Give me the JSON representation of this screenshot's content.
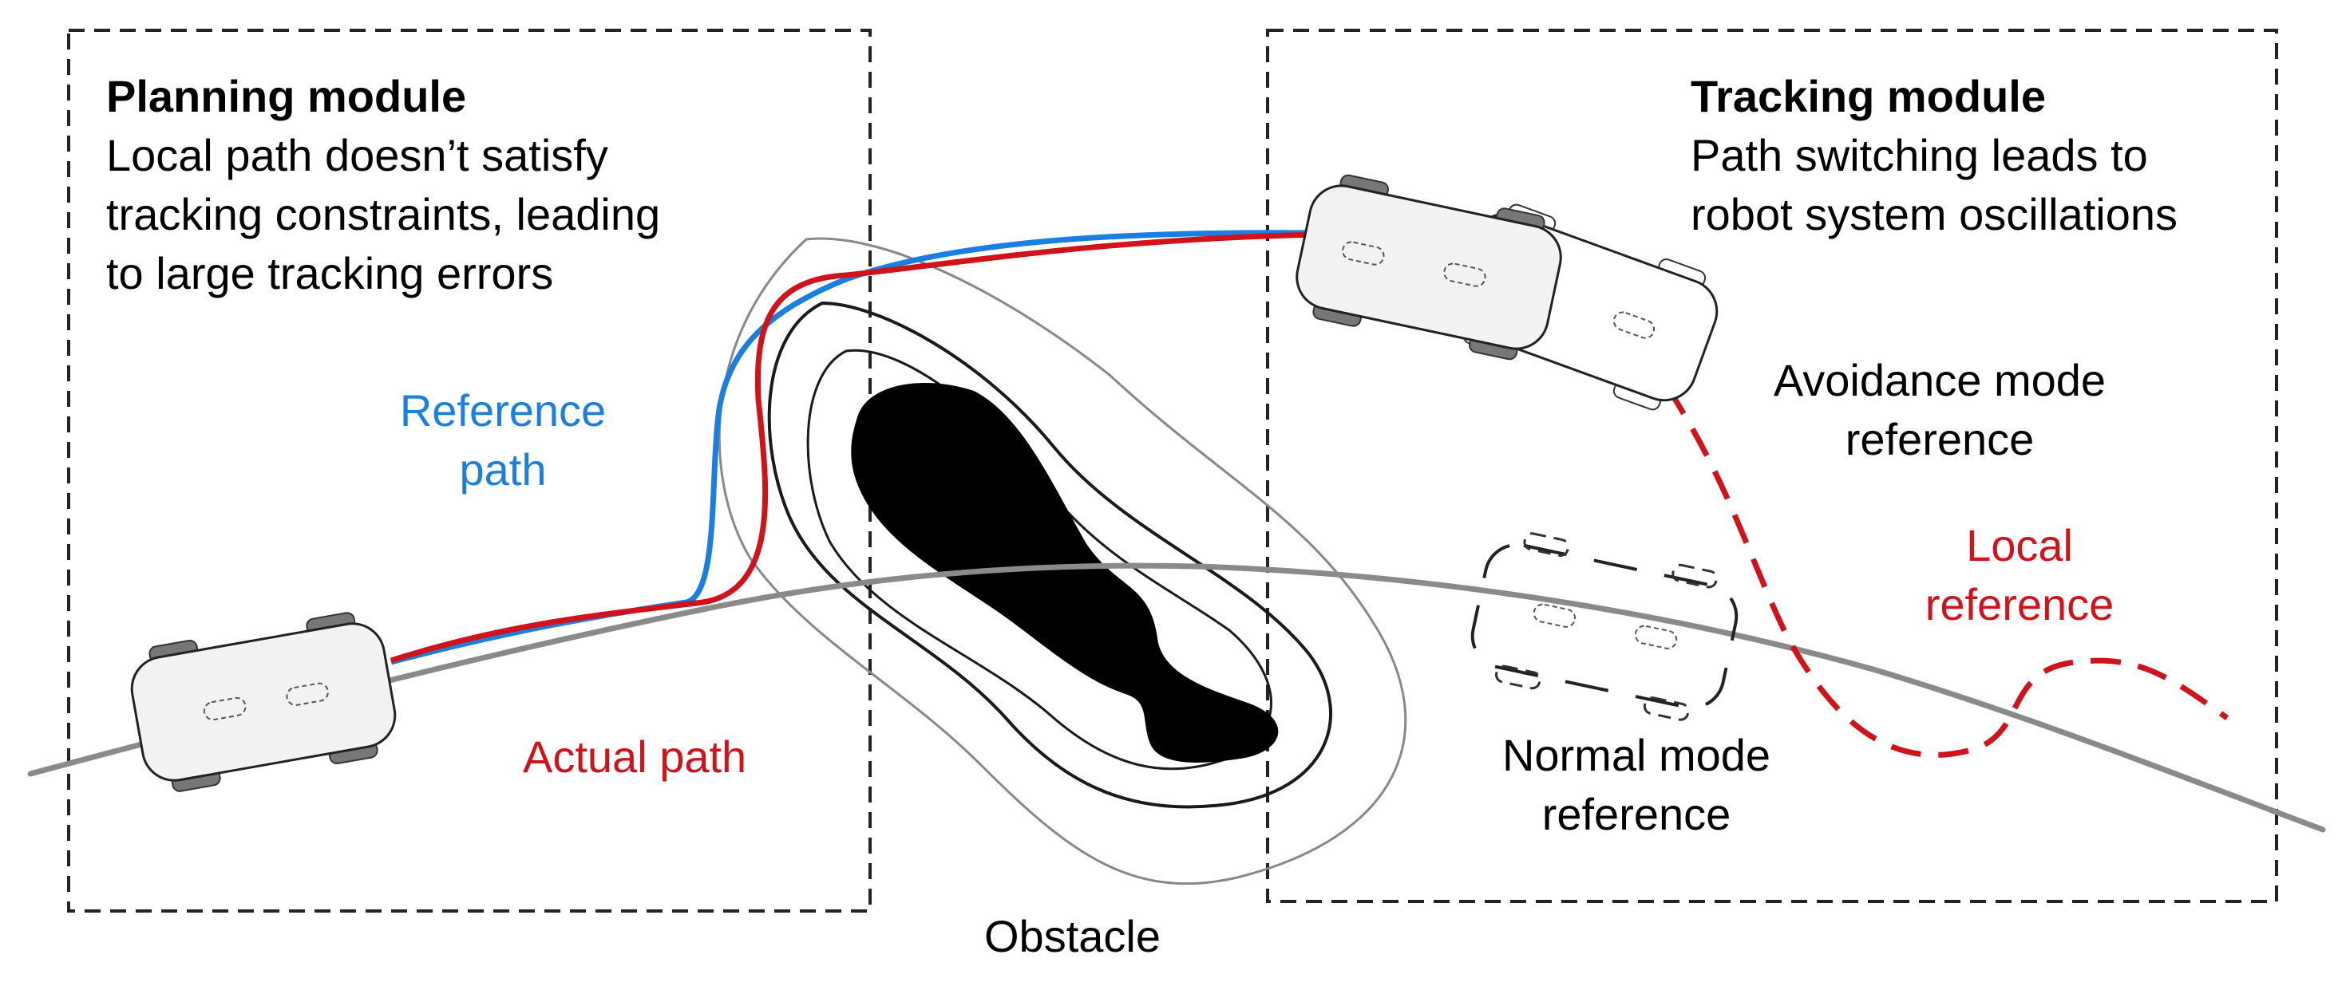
{
  "planning_module": {
    "title": "Planning module",
    "description": [
      "Local path doesn’t satisfy",
      "tracking constraints, leading",
      "to large tracking errors"
    ]
  },
  "tracking_module": {
    "title": "Tracking module",
    "description": [
      "Path switching leads to",
      "robot system oscillations"
    ]
  },
  "labels": {
    "reference_path": [
      "Reference",
      "path"
    ],
    "actual_path": "Actual path",
    "obstacle": "Obstacle",
    "avoidance_mode_reference": [
      "Avoidance mode",
      "reference"
    ],
    "normal_mode_reference": [
      "Normal mode",
      "reference"
    ],
    "local_reference": [
      "Local",
      "reference"
    ]
  },
  "colors": {
    "reference_path": "#1a7fe0",
    "actual_path": "#d0121b",
    "local_reference": "#d0121b",
    "normal_path": "#8a8a8a",
    "obstacle": "#000000"
  }
}
